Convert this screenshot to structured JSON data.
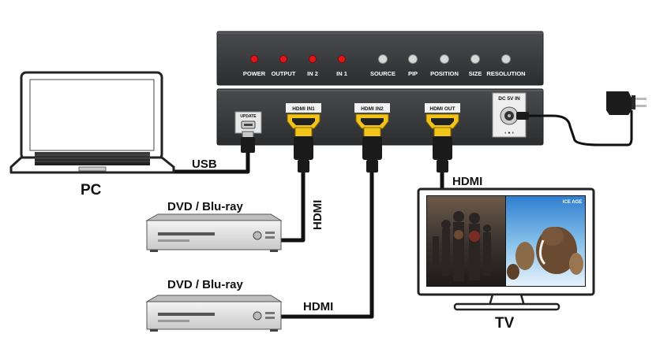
{
  "front_panel": {
    "leds": [
      "POWER",
      "OUTPUT",
      "IN 2",
      "IN 1"
    ],
    "buttons": [
      "SOURCE",
      "PIP",
      "POSITION",
      "SIZE",
      "RESOLUTION"
    ]
  },
  "rear_panel": {
    "update": "UPDATE",
    "hdmi_in1": "HDMI IN1",
    "hdmi_in2": "HDMI IN2",
    "hdmi_out": "HDMI OUT",
    "dc": "DC 5V IN"
  },
  "cables": {
    "usb": "USB",
    "hdmi_in1": "HDMI",
    "hdmi_in2": "HDMI",
    "hdmi_out": "HDMI"
  },
  "devices": {
    "pc": "PC",
    "dvd_top": "DVD  /  Blu-ray",
    "dvd_bottom": "DVD  /  Blu-ray",
    "tv": "TV",
    "tv_logo": "ICE AGE"
  },
  "colors": {
    "panel": "#3a3b3d",
    "led": "#e0161b",
    "gold": "#f0c419",
    "cable": "#111111"
  }
}
